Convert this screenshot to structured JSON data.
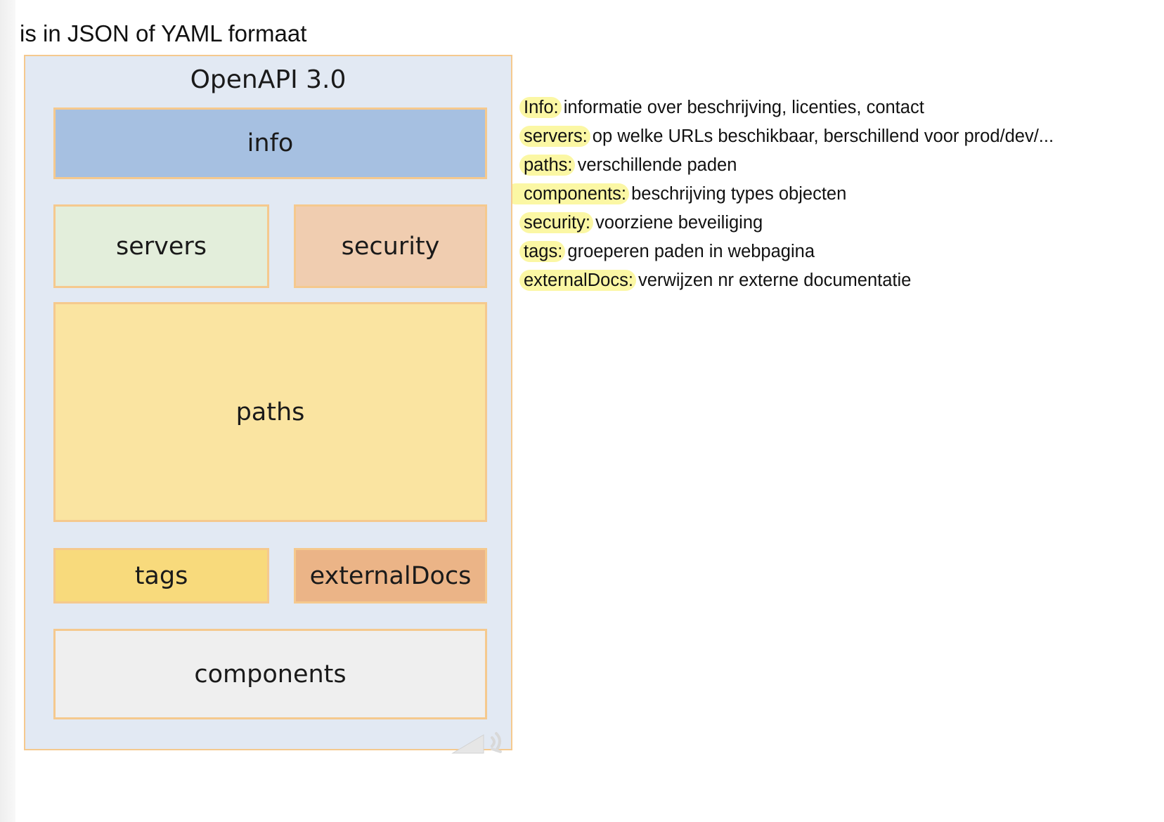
{
  "heading": "is in JSON of YAML formaat",
  "diagram": {
    "title": "OpenAPI 3.0",
    "colors": {
      "background": "#e2e9f3",
      "border": "#f5c98e"
    },
    "blocks": [
      {
        "id": "info",
        "label": "info",
        "color": "#a6c0e1"
      },
      {
        "id": "servers",
        "label": "servers",
        "color": "#e3eedb"
      },
      {
        "id": "security",
        "label": "security",
        "color": "#f0cdb0"
      },
      {
        "id": "paths",
        "label": "paths",
        "color": "#fae4a1"
      },
      {
        "id": "tags",
        "label": "tags",
        "color": "#f8da7c"
      },
      {
        "id": "externalDocs",
        "label": "externalDocs",
        "color": "#ebb487"
      },
      {
        "id": "components",
        "label": "components",
        "color": "#efefef"
      }
    ],
    "corner_icon": "speaker-icon"
  },
  "legend": {
    "highlight_color": "#fbf7a4",
    "items": [
      {
        "key": "Info:",
        "description": "informatie over beschrijving, licenties, contact"
      },
      {
        "key": "servers:",
        "description": "op welke URLs beschikbaar, berschillend voor prod/dev/..."
      },
      {
        "key": "paths:",
        "description": "verschillende paden"
      },
      {
        "key": "components:",
        "description": "beschrijving types objecten"
      },
      {
        "key": "security:",
        "description": "voorziene beveiliging"
      },
      {
        "key": "tags:",
        "description": "groeperen paden in webpagina"
      },
      {
        "key": "externalDocs:",
        "description": "verwijzen nr externe documentatie"
      }
    ]
  }
}
